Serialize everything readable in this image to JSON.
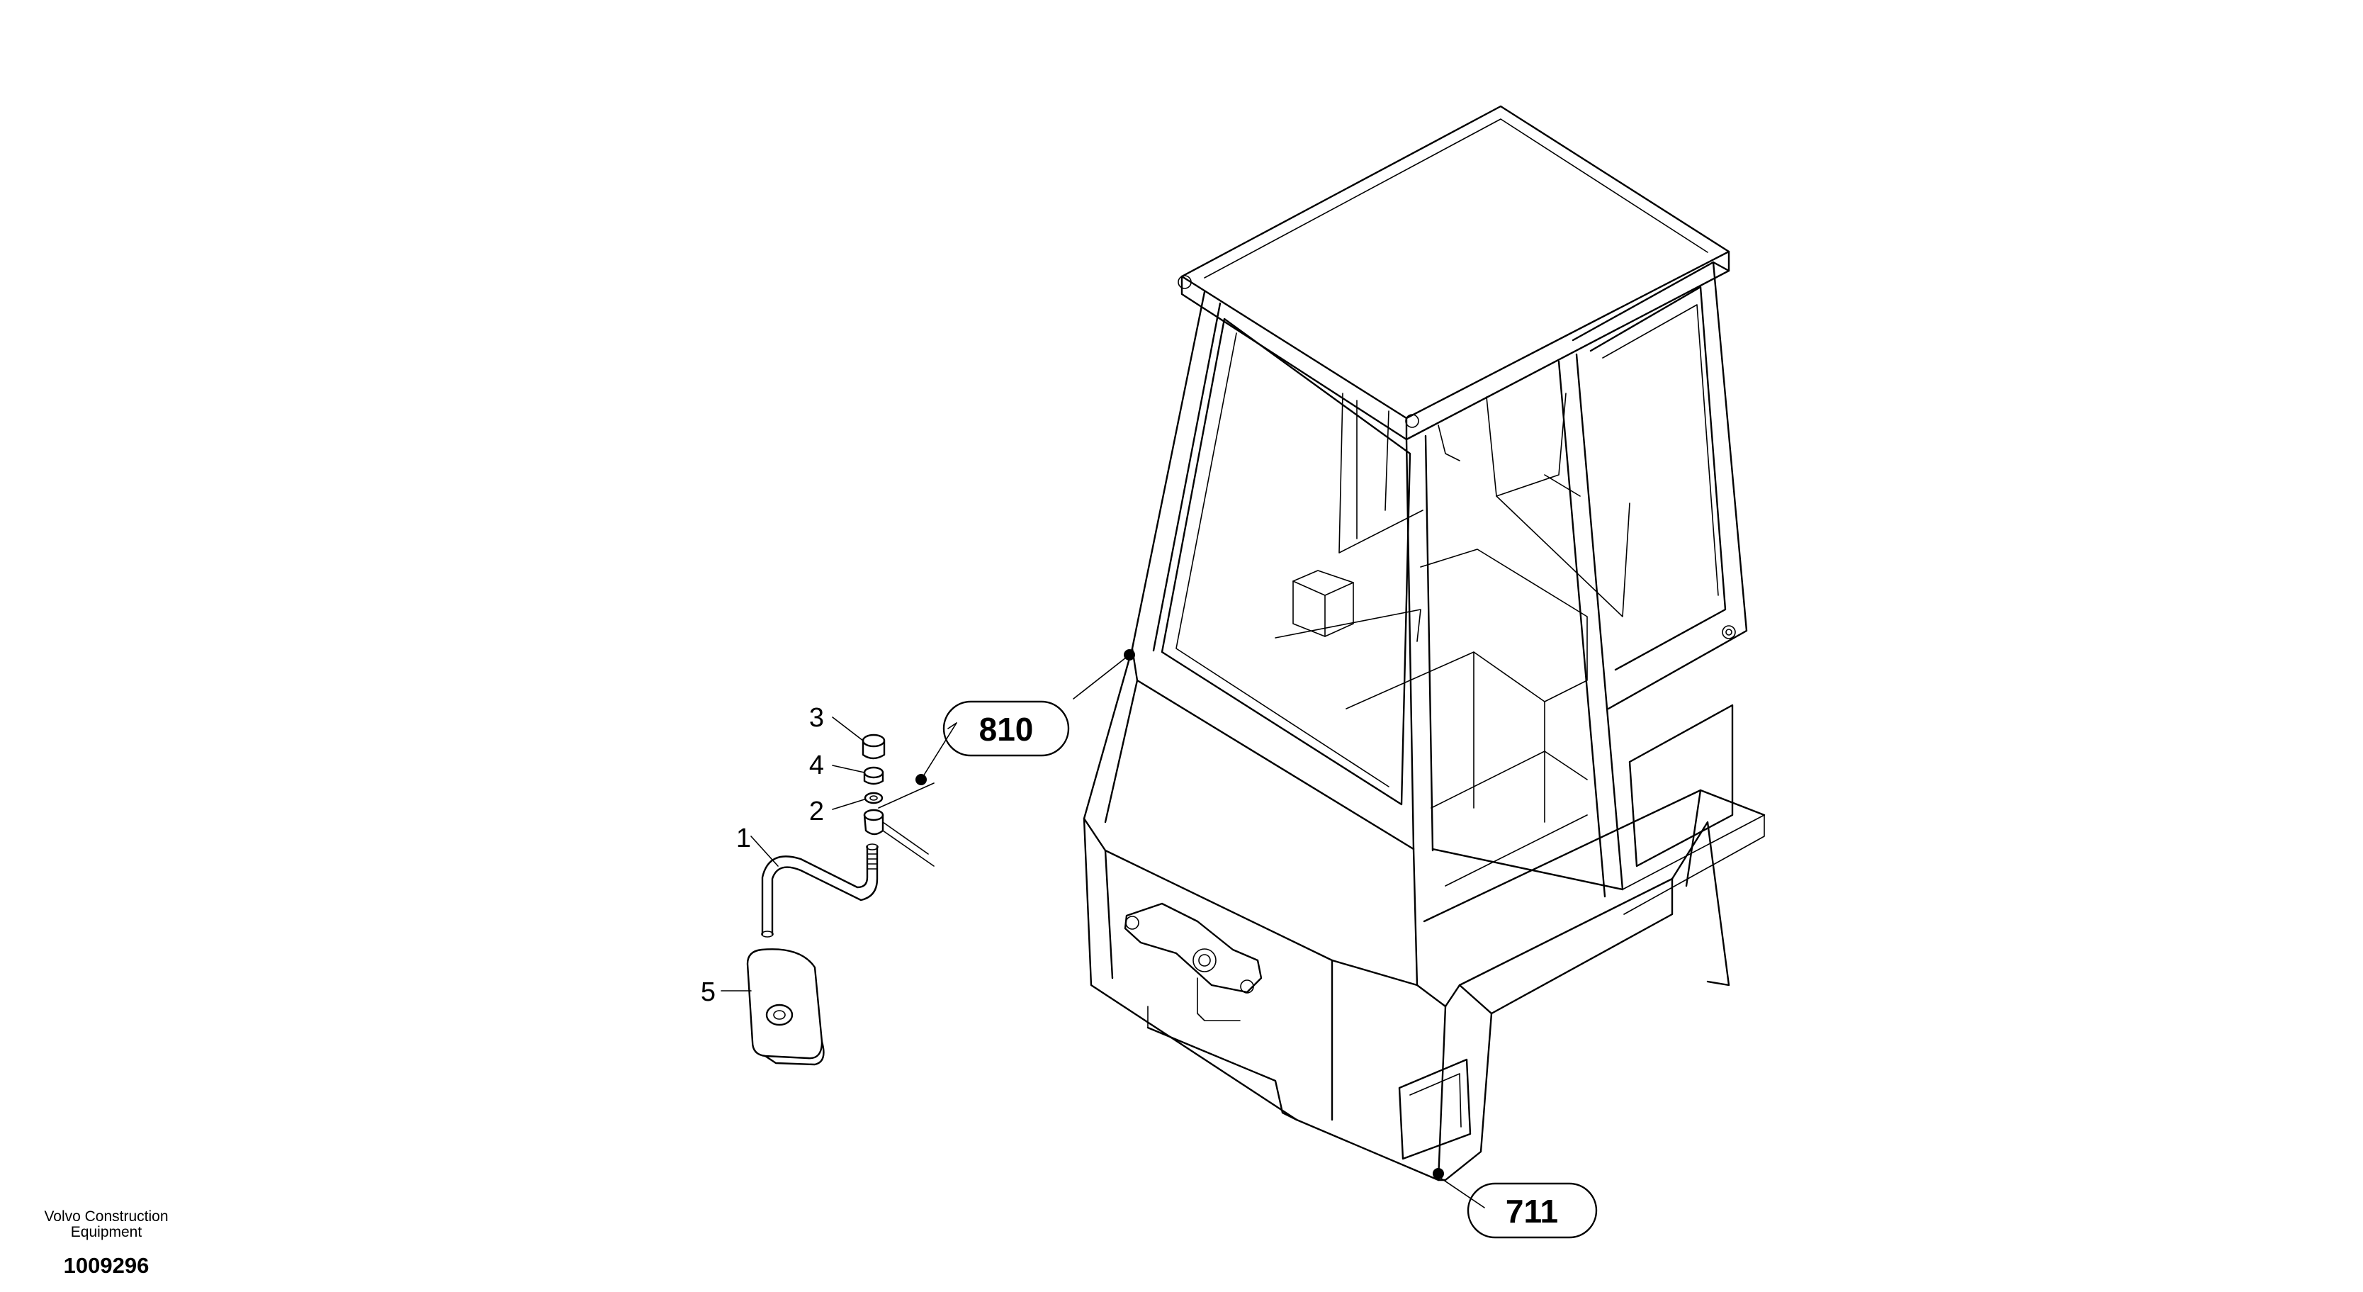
{
  "callouts": {
    "cab_top": "810",
    "cab_bottom": "711"
  },
  "parts": {
    "p1": "1",
    "p2": "2",
    "p3": "3",
    "p4": "4",
    "p5": "5"
  },
  "footer": {
    "brand_line1": "Volvo Construction",
    "brand_line2": "Equipment",
    "doc_number": "1009296"
  }
}
